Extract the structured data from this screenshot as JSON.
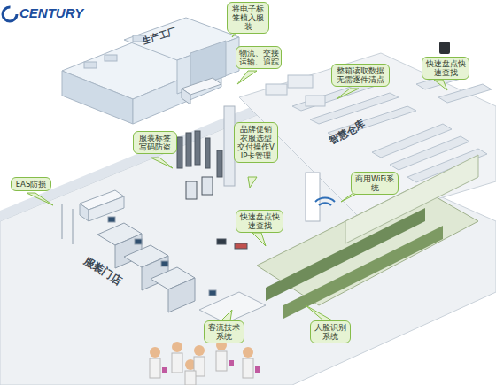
{
  "diagram": {
    "nodes": [
      {
        "text": [
          "将电子标签植入服装"
        ]
      },
      {
        "text": [
          "物流、交接运输、追踪"
        ]
      },
      {
        "text": [
          "整箱读取数据无需逐件清点"
        ]
      },
      {
        "text": [
          "快速盘点快速查找"
        ]
      },
      {
        "text": [
          "服装标签写码防盗"
        ]
      },
      {
        "text": [
          "品牌促销衣服选型交付操作VIP卡管理"
        ]
      },
      {
        "text": [
          "商用WiFi系统"
        ]
      },
      {
        "text": [
          "EAS防损"
        ]
      },
      {
        "text": [
          "快速盘点快速查找"
        ]
      },
      {
        "text": [
          "客流技术系统"
        ]
      },
      {
        "text": [
          "人脸识别系统"
        ]
      }
    ],
    "labels": [
      "CENTURY",
      "生产工厂",
      "智慧仓库",
      "服装门店"
    ]
  }
}
